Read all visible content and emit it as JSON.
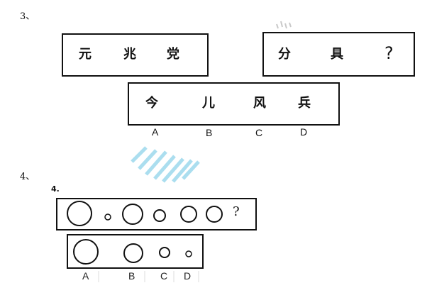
{
  "q3": {
    "number": "3、",
    "box1_chars": [
      "元",
      "兆",
      "党"
    ],
    "box2_chars": [
      "分",
      "具",
      "?"
    ],
    "options_chars": [
      "今",
      "儿",
      "风",
      "兵"
    ],
    "option_labels": [
      "A",
      "B",
      "C",
      "D"
    ]
  },
  "q4": {
    "number": "4、",
    "scan_label": "4.",
    "question_mark": "?",
    "option_labels": [
      "A",
      "B",
      "C",
      "D"
    ]
  }
}
